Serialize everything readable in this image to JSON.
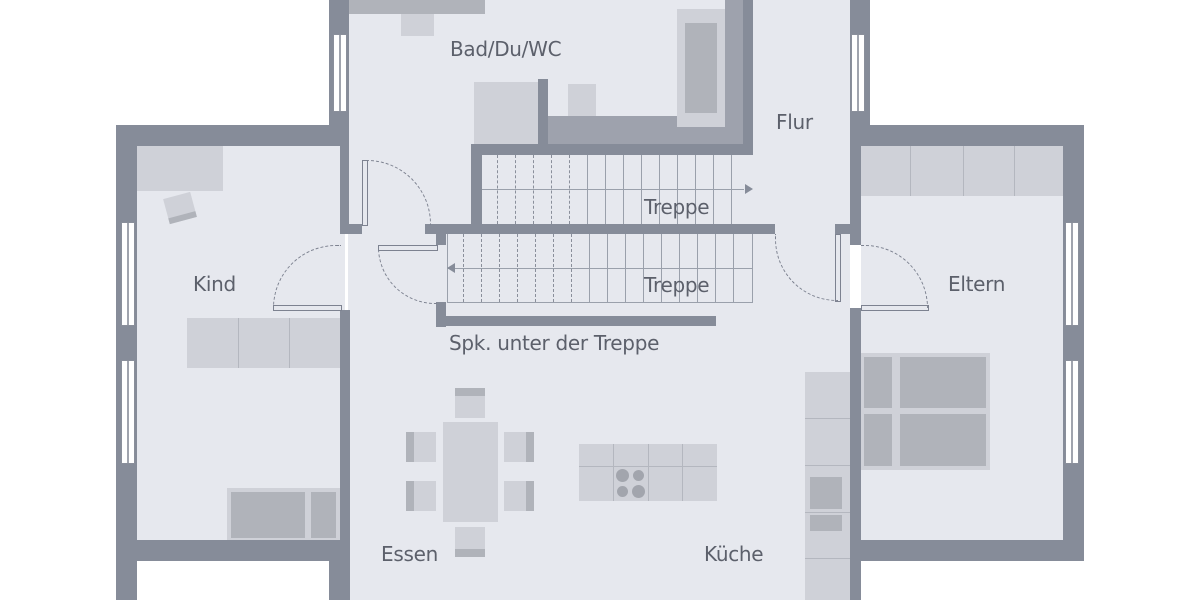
{
  "plan": {
    "type": "floor-plan",
    "colors": {
      "floor": "#e6e8ee",
      "wall": "#868c99",
      "furniture": "#cfd1d8",
      "furniture_dark": "#b0b3ba",
      "label": "#5c606b"
    },
    "rooms": [
      {
        "id": "bad",
        "label": "Bad/Du/WC"
      },
      {
        "id": "flur",
        "label": "Flur"
      },
      {
        "id": "kind",
        "label": "Kind"
      },
      {
        "id": "eltern",
        "label": "Eltern"
      },
      {
        "id": "treppe_up",
        "label": "Treppe"
      },
      {
        "id": "treppe_down",
        "label": "Treppe"
      },
      {
        "id": "spk",
        "label": "Spk. unter der Treppe"
      },
      {
        "id": "essen",
        "label": "Essen"
      },
      {
        "id": "kueche",
        "label": "Küche"
      }
    ]
  }
}
